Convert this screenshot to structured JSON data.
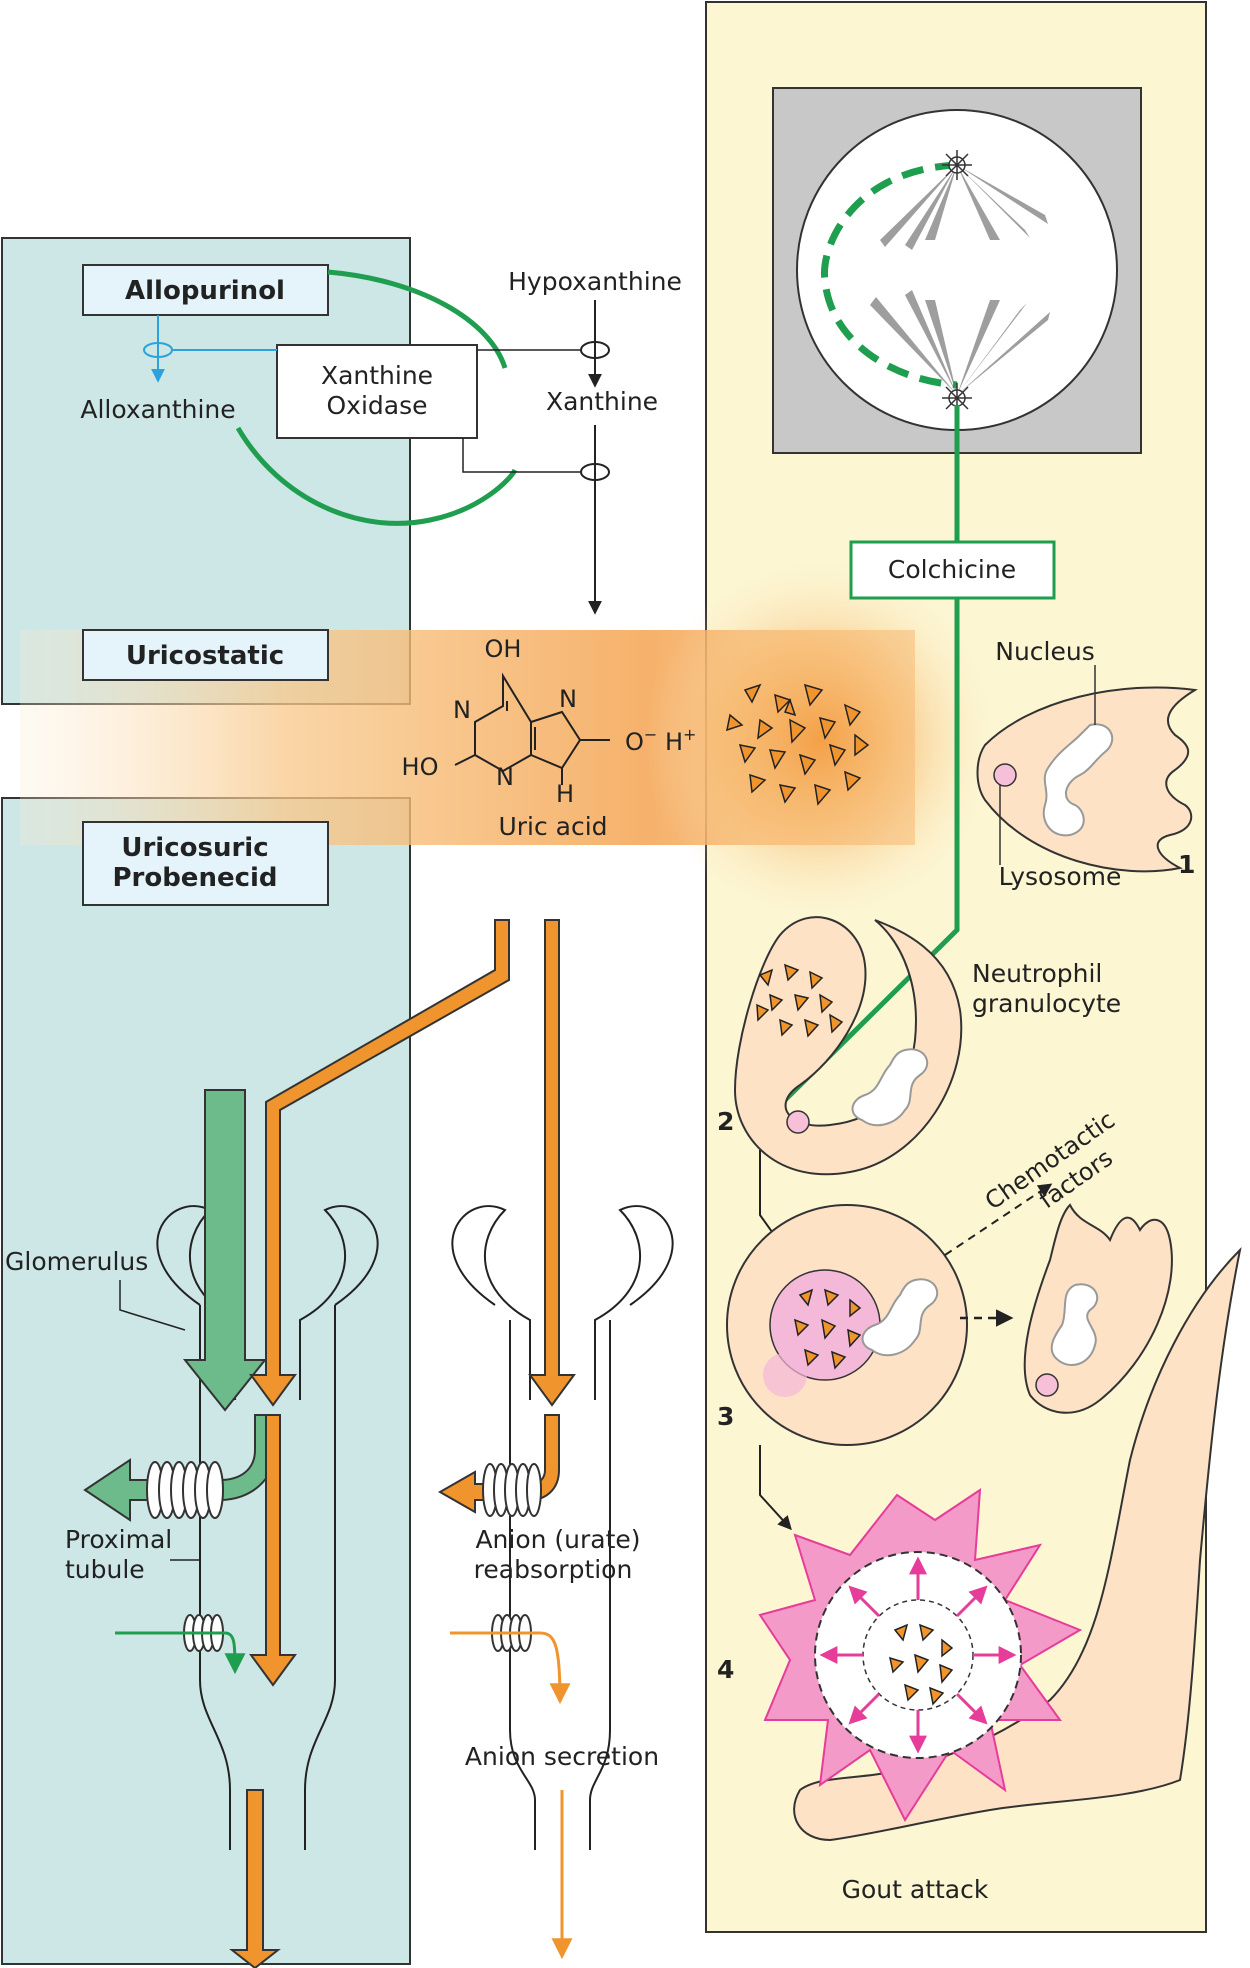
{
  "left_panel": {
    "allopurinol": "Allopurinol",
    "alloxanthine": "Alloxanthine",
    "xanthine_oxidase_line1": "Xanthine",
    "xanthine_oxidase_line2": "Oxidase",
    "uricostatic": "Uricostatic",
    "uricosuric_line1": "Uricosuric",
    "uricosuric_line2": "Probenecid"
  },
  "pathway": {
    "hypoxanthine": "Hypoxanthine",
    "xanthine": "Xanthine",
    "uric_acid": "Uric acid",
    "oh_top": "OH",
    "n1": "N",
    "n2": "N",
    "n3": "N",
    "h_bottom": "H",
    "ho_left": "HO",
    "o_minus": "O",
    "minus_sup": "−",
    "h_plus": "H",
    "plus_sup": "+"
  },
  "kidney": {
    "glomerulus": "Glomerulus",
    "proximal_line1": "Proximal",
    "proximal_line2": "tubule",
    "reabsorption_line1": "Anion (urate)",
    "reabsorption_line2": "reabsorption",
    "secretion": "Anion secretion"
  },
  "right_panel": {
    "colchicine": "Colchicine",
    "nucleus": "Nucleus",
    "lysosome": "Lysosome",
    "neutrophil_line1": "Neutrophil",
    "neutrophil_line2": "granulocyte",
    "chemotactic_line1": "Chemotactic",
    "chemotactic_line2": "factors",
    "step1": "1",
    "step2": "2",
    "step3": "3",
    "step4": "4",
    "gout_attack": "Gout attack"
  },
  "colors": {
    "teal_panel": "#cde6e6",
    "yellow_panel": "#fcf6d2",
    "green": "#1e9e4e",
    "orange": "#f0952e",
    "magenta": "#e63c9a",
    "blue": "#2aa3dc"
  }
}
